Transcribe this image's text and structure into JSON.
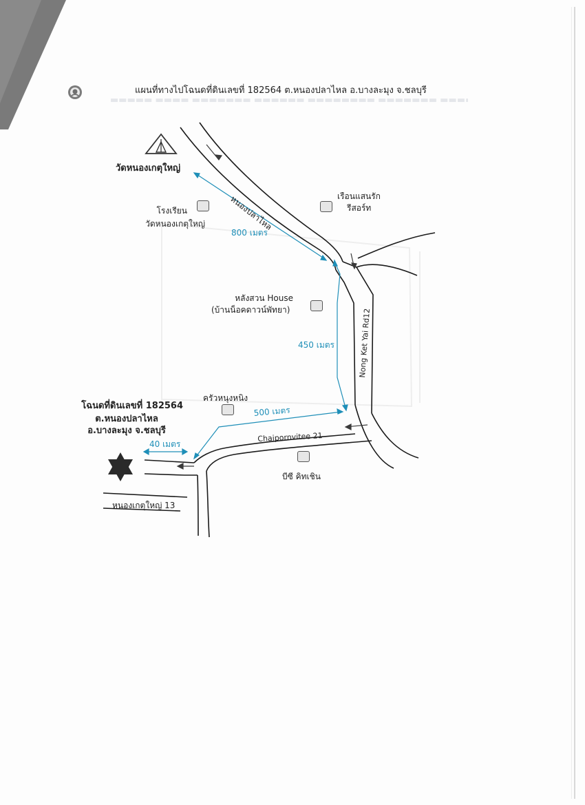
{
  "title": "แผนที่ทางไปโฉนดที่ดินเลขที่ 182564 ต.หนองปลาไหล อ.บางละมุง จ.ชลบุรี",
  "colors": {
    "road": "#1a1a1a",
    "route": "#1f8fb8",
    "landmark_box": "#e6e6e6",
    "marker": "#2a2a2a"
  },
  "roads": {
    "nongplalai": "หนองปลาไหล",
    "nongketyai_rd12": "Nong Ket Yai Rd12",
    "chaipornvitee21": "Chaipornvitee 21",
    "nongketyai13": "หนองเกตุใหญ่ 13"
  },
  "landmarks": {
    "temple": "วัดหนองเกตุใหญ่",
    "school_line1": "โรงเรียน",
    "school_line2": "วัดหนองเกตุใหญ่",
    "resort_line1": "เรือนแสนรัก",
    "resort_line2": "รีสอร์ท",
    "house_line1": "หลังสวน House",
    "house_line2": "(บ้านน็อคดาวน์พัทยา)",
    "kitchen": "ครัวหนุงหนิง",
    "bc_kitchen": "บีซี คิทเชิน"
  },
  "destination": {
    "line1": "โฉนดที่ดินเลขที่ 182564",
    "line2": "ต.หนองปลาไหล",
    "line3": "อ.บางละมุง จ.ชลบุรี"
  },
  "distances": {
    "d800": "800 เมตร",
    "d450": "450 เมตร",
    "d500": "500 เมตร",
    "d40": "40 เมตร"
  },
  "icons": {
    "logo": "seal-logo-icon",
    "temple": "temple-icon",
    "destination": "six-point-star-icon",
    "landmark": "square-marker-icon"
  }
}
